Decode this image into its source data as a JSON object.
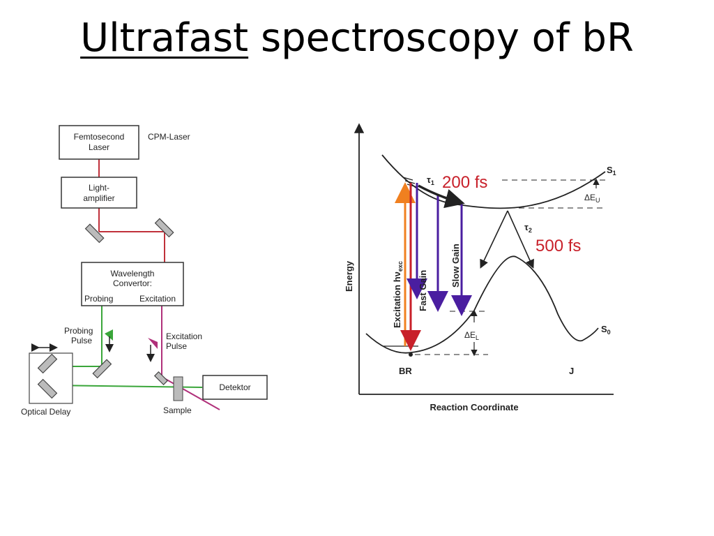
{
  "slide": {
    "title_underlined": "Ultrafast",
    "title_rest": " spectroscopy of bR"
  },
  "setup": {
    "laser_line1": "Femtosecond",
    "laser_line2": "Laser",
    "cpm_label": "CPM-Laser",
    "amp_line1": "Light-",
    "amp_line2": "amplifier",
    "wc_line1": "Wavelength",
    "wc_line2": "Convertor:",
    "probing": "Probing",
    "excitation": "Excitation",
    "probe_pulse_line1": "Probing",
    "probe_pulse_line2": "Pulse",
    "exc_pulse_line1": "Excitation",
    "exc_pulse_line2": "Pulse",
    "detector": "Detektor",
    "sample": "Sample",
    "optical_delay": "Optical Delay",
    "colors": {
      "red": "#c0303a",
      "green": "#3aa63a",
      "magenta": "#b0307a"
    }
  },
  "energy": {
    "y_axis": "Energy",
    "x_axis": "Reaction Coordinate",
    "s1": "S",
    "s1_sub": "1",
    "s0": "S",
    "s0_sub": "0",
    "br": "BR",
    "j": "J",
    "du": "ΔE",
    "du_sub": "U",
    "dl": "ΔE",
    "dl_sub": "L",
    "tau1": "τ",
    "tau1_sub": "1",
    "tau2": "τ",
    "tau2_sub": "2",
    "t1_value": "200 fs",
    "t2_value": "500 fs",
    "excitation_label": "Excitation  hν",
    "excitation_sub": "exc",
    "fast_gain": "Fast Gain",
    "slow_gain": "Slow Gain",
    "colors": {
      "purple": "#4a1ea0",
      "red": "#c8202a",
      "orange": "#f08020",
      "annot": "#c8202a"
    }
  }
}
